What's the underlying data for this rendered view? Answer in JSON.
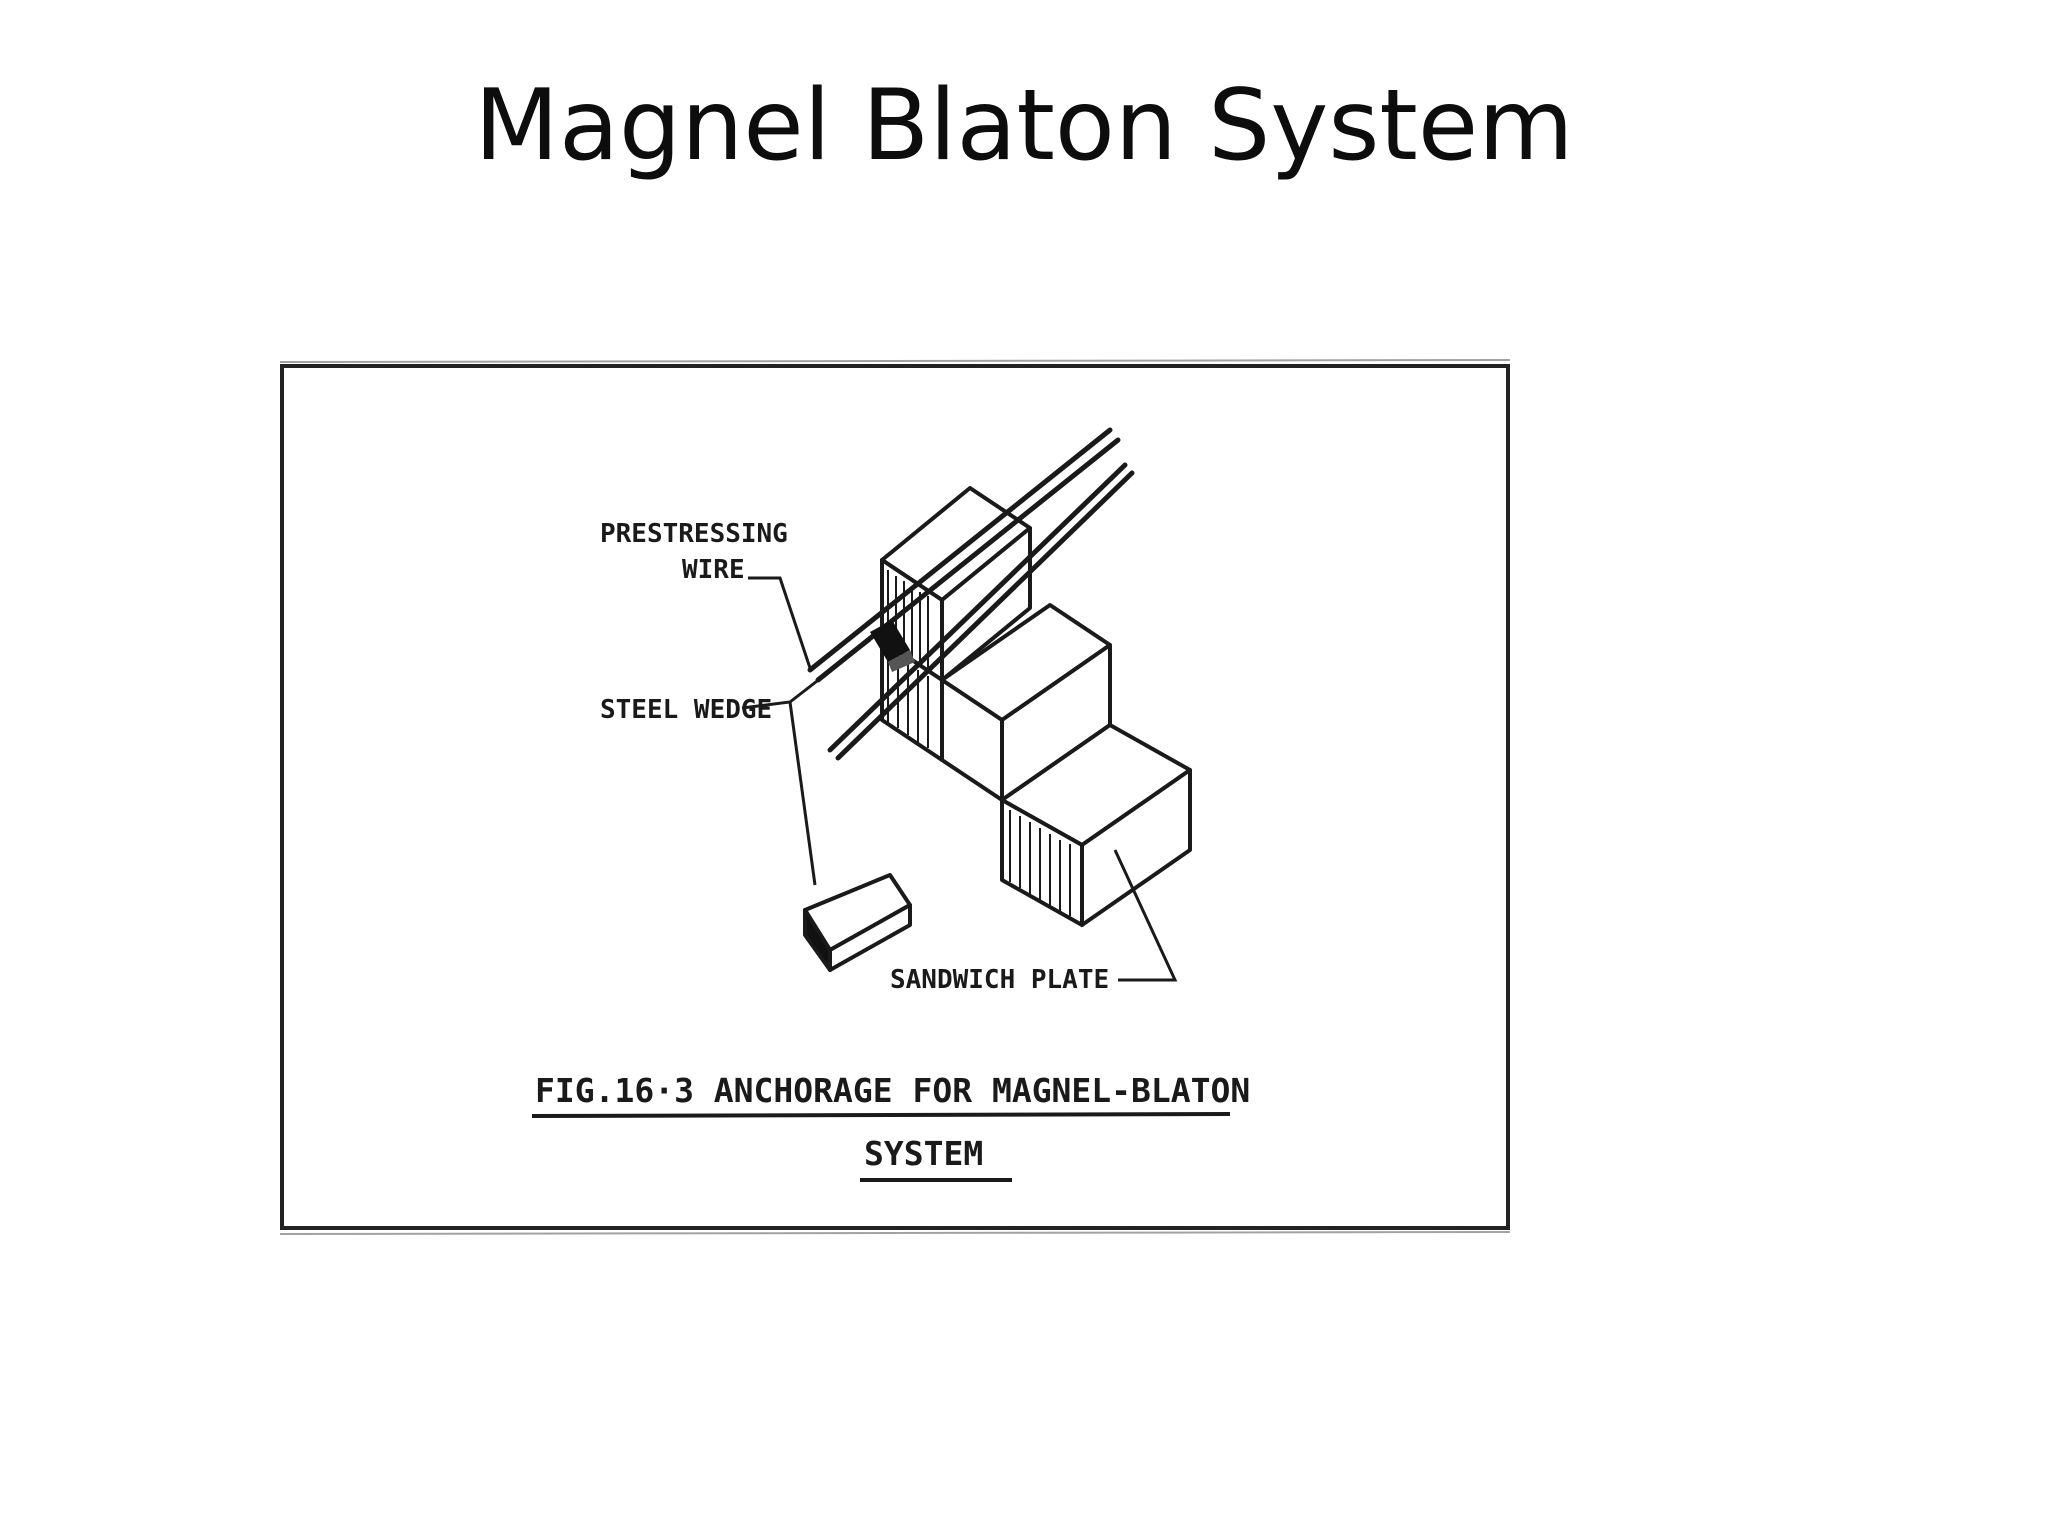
{
  "slide": {
    "title": "Magnel Blaton System"
  },
  "figure": {
    "labels": {
      "prestressing_line1": "PRESTRESSING",
      "prestressing_line2": "WIRE",
      "steel_wedge": "STEEL WEDGE",
      "sandwich_plate": "SANDWICH PLATE"
    },
    "caption": {
      "line1": "FIG.16·3 ANCHORAGE FOR MAGNEL-BLATON",
      "line2": "SYSTEM"
    }
  }
}
